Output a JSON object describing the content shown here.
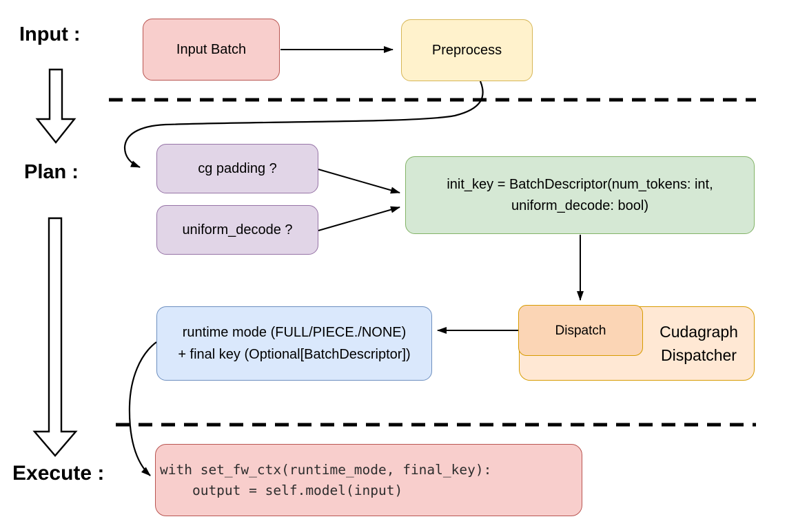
{
  "stage_labels": {
    "input": "Input :",
    "plan": "Plan :",
    "execute": "Execute :"
  },
  "nodes": {
    "input_batch": {
      "label": "Input Batch"
    },
    "preprocess": {
      "label": "Preprocess"
    },
    "cg_padding": {
      "label": "cg padding ?"
    },
    "uniform_decode": {
      "label": "uniform_decode ?"
    },
    "init_key": {
      "line1": "init_key = BatchDescriptor(num_tokens: int,",
      "line2": "uniform_decode: bool)"
    },
    "runtime_mode": {
      "line1": "runtime mode (FULL/PIECE./NONE)",
      "line2": "+ final key (Optional[BatchDescriptor])"
    },
    "dispatch": {
      "label": "Dispatch"
    },
    "cudagraph_dispatcher": {
      "line1": "Cudagraph",
      "line2": "Dispatcher"
    },
    "execute_code": {
      "line1": "with set_fw_ctx(runtime_mode, final_key):",
      "line2": "    output = self.model(input)"
    }
  },
  "colors": {
    "red_fill": "#f8cecc",
    "red_border": "#b85450",
    "yellow_fill": "#fff2cc",
    "yellow_border": "#d6b656",
    "purple_fill": "#e1d5e7",
    "purple_border": "#9673a6",
    "green_fill": "#d5e8d4",
    "green_border": "#82b366",
    "blue_fill": "#dae8fc",
    "blue_border": "#6c8ebf",
    "orange_outer_fill": "#ffe8d4",
    "orange_inner_fill": "#fbd5b5",
    "orange_border": "#d79b00"
  }
}
